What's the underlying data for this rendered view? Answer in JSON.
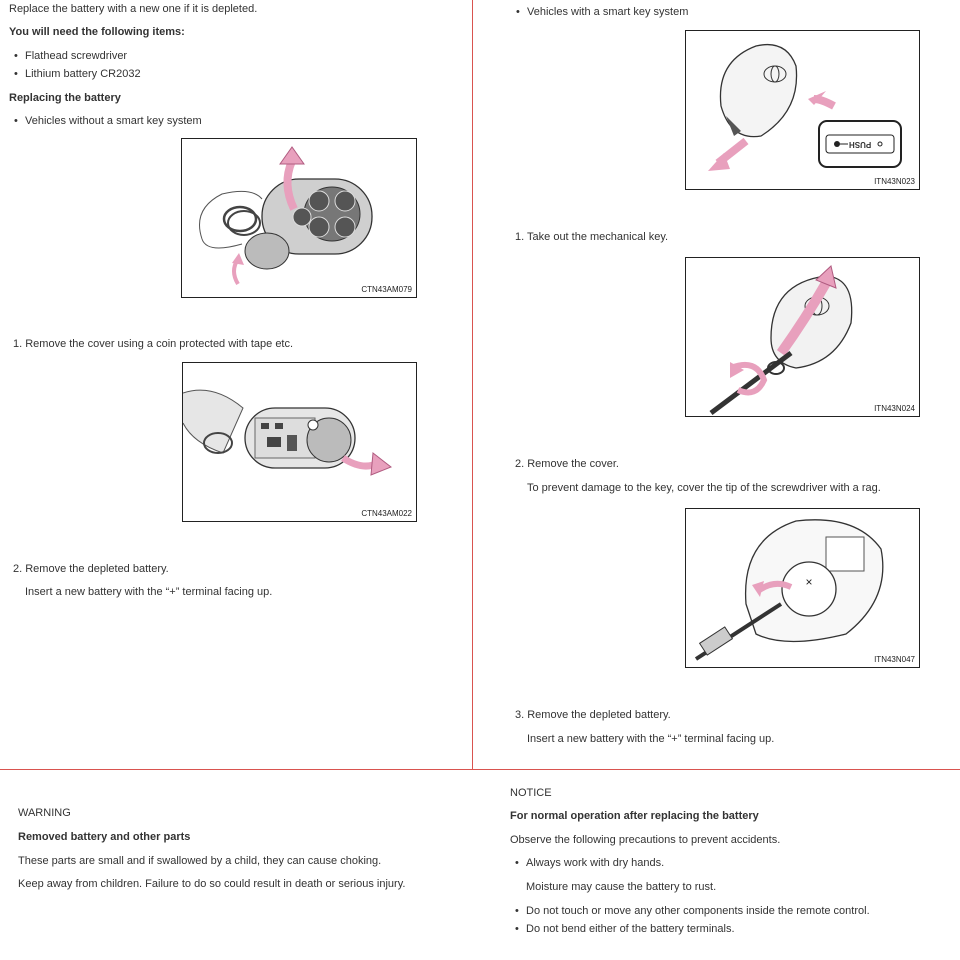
{
  "left": {
    "intro": "Replace the battery with a new one if it is depleted.",
    "items_heading": "You will need the following items:",
    "items": [
      "Flathead screwdriver",
      "Lithium battery CR2032"
    ],
    "replacing_heading": "Replacing the battery",
    "without_smart_key": "Vehicles without a smart key system",
    "fig1_code": "CTN43AM079",
    "step1": "1. Remove the cover using a coin protected with tape etc.",
    "fig2_code": "CTN43AM022",
    "step2": "2. Remove the depleted battery.",
    "step2_note": "Insert a new battery with the “+” terminal facing up."
  },
  "right": {
    "with_smart_key": "Vehicles with a smart key system",
    "fig1_code": "ITN43N023",
    "push_label": "PUSH",
    "step1": "1. Take out the mechanical key.",
    "fig2_code": "ITN43N024",
    "step2": "2. Remove the cover.",
    "step2_note": "To prevent damage to the key, cover the tip of the screwdriver with a rag.",
    "fig3_code": "ITN43N047",
    "step3": "3. Remove the depleted battery.",
    "step3_note": "Insert a new battery with the “+” terminal facing up."
  },
  "warning": {
    "title": "WARNING",
    "subtitle": "Removed battery and other parts",
    "line1": "These parts are small and if swallowed by a child, they can cause choking.",
    "line2": "Keep away from children. Failure to do so could result in death or serious injury."
  },
  "notice": {
    "title": "NOTICE",
    "subtitle": "For normal operation after replacing the battery",
    "intro": "Observe the following precautions to prevent accidents.",
    "bullet1": "Always work with dry hands.",
    "bullet1_note": "Moisture may cause the battery to rust.",
    "bullet2": "Do not touch or move any other components inside the remote control.",
    "bullet3": "Do not bend either of the battery terminals."
  },
  "colors": {
    "divider": "#d9534f",
    "arrow": "#e8a0bd",
    "text": "#333333"
  }
}
